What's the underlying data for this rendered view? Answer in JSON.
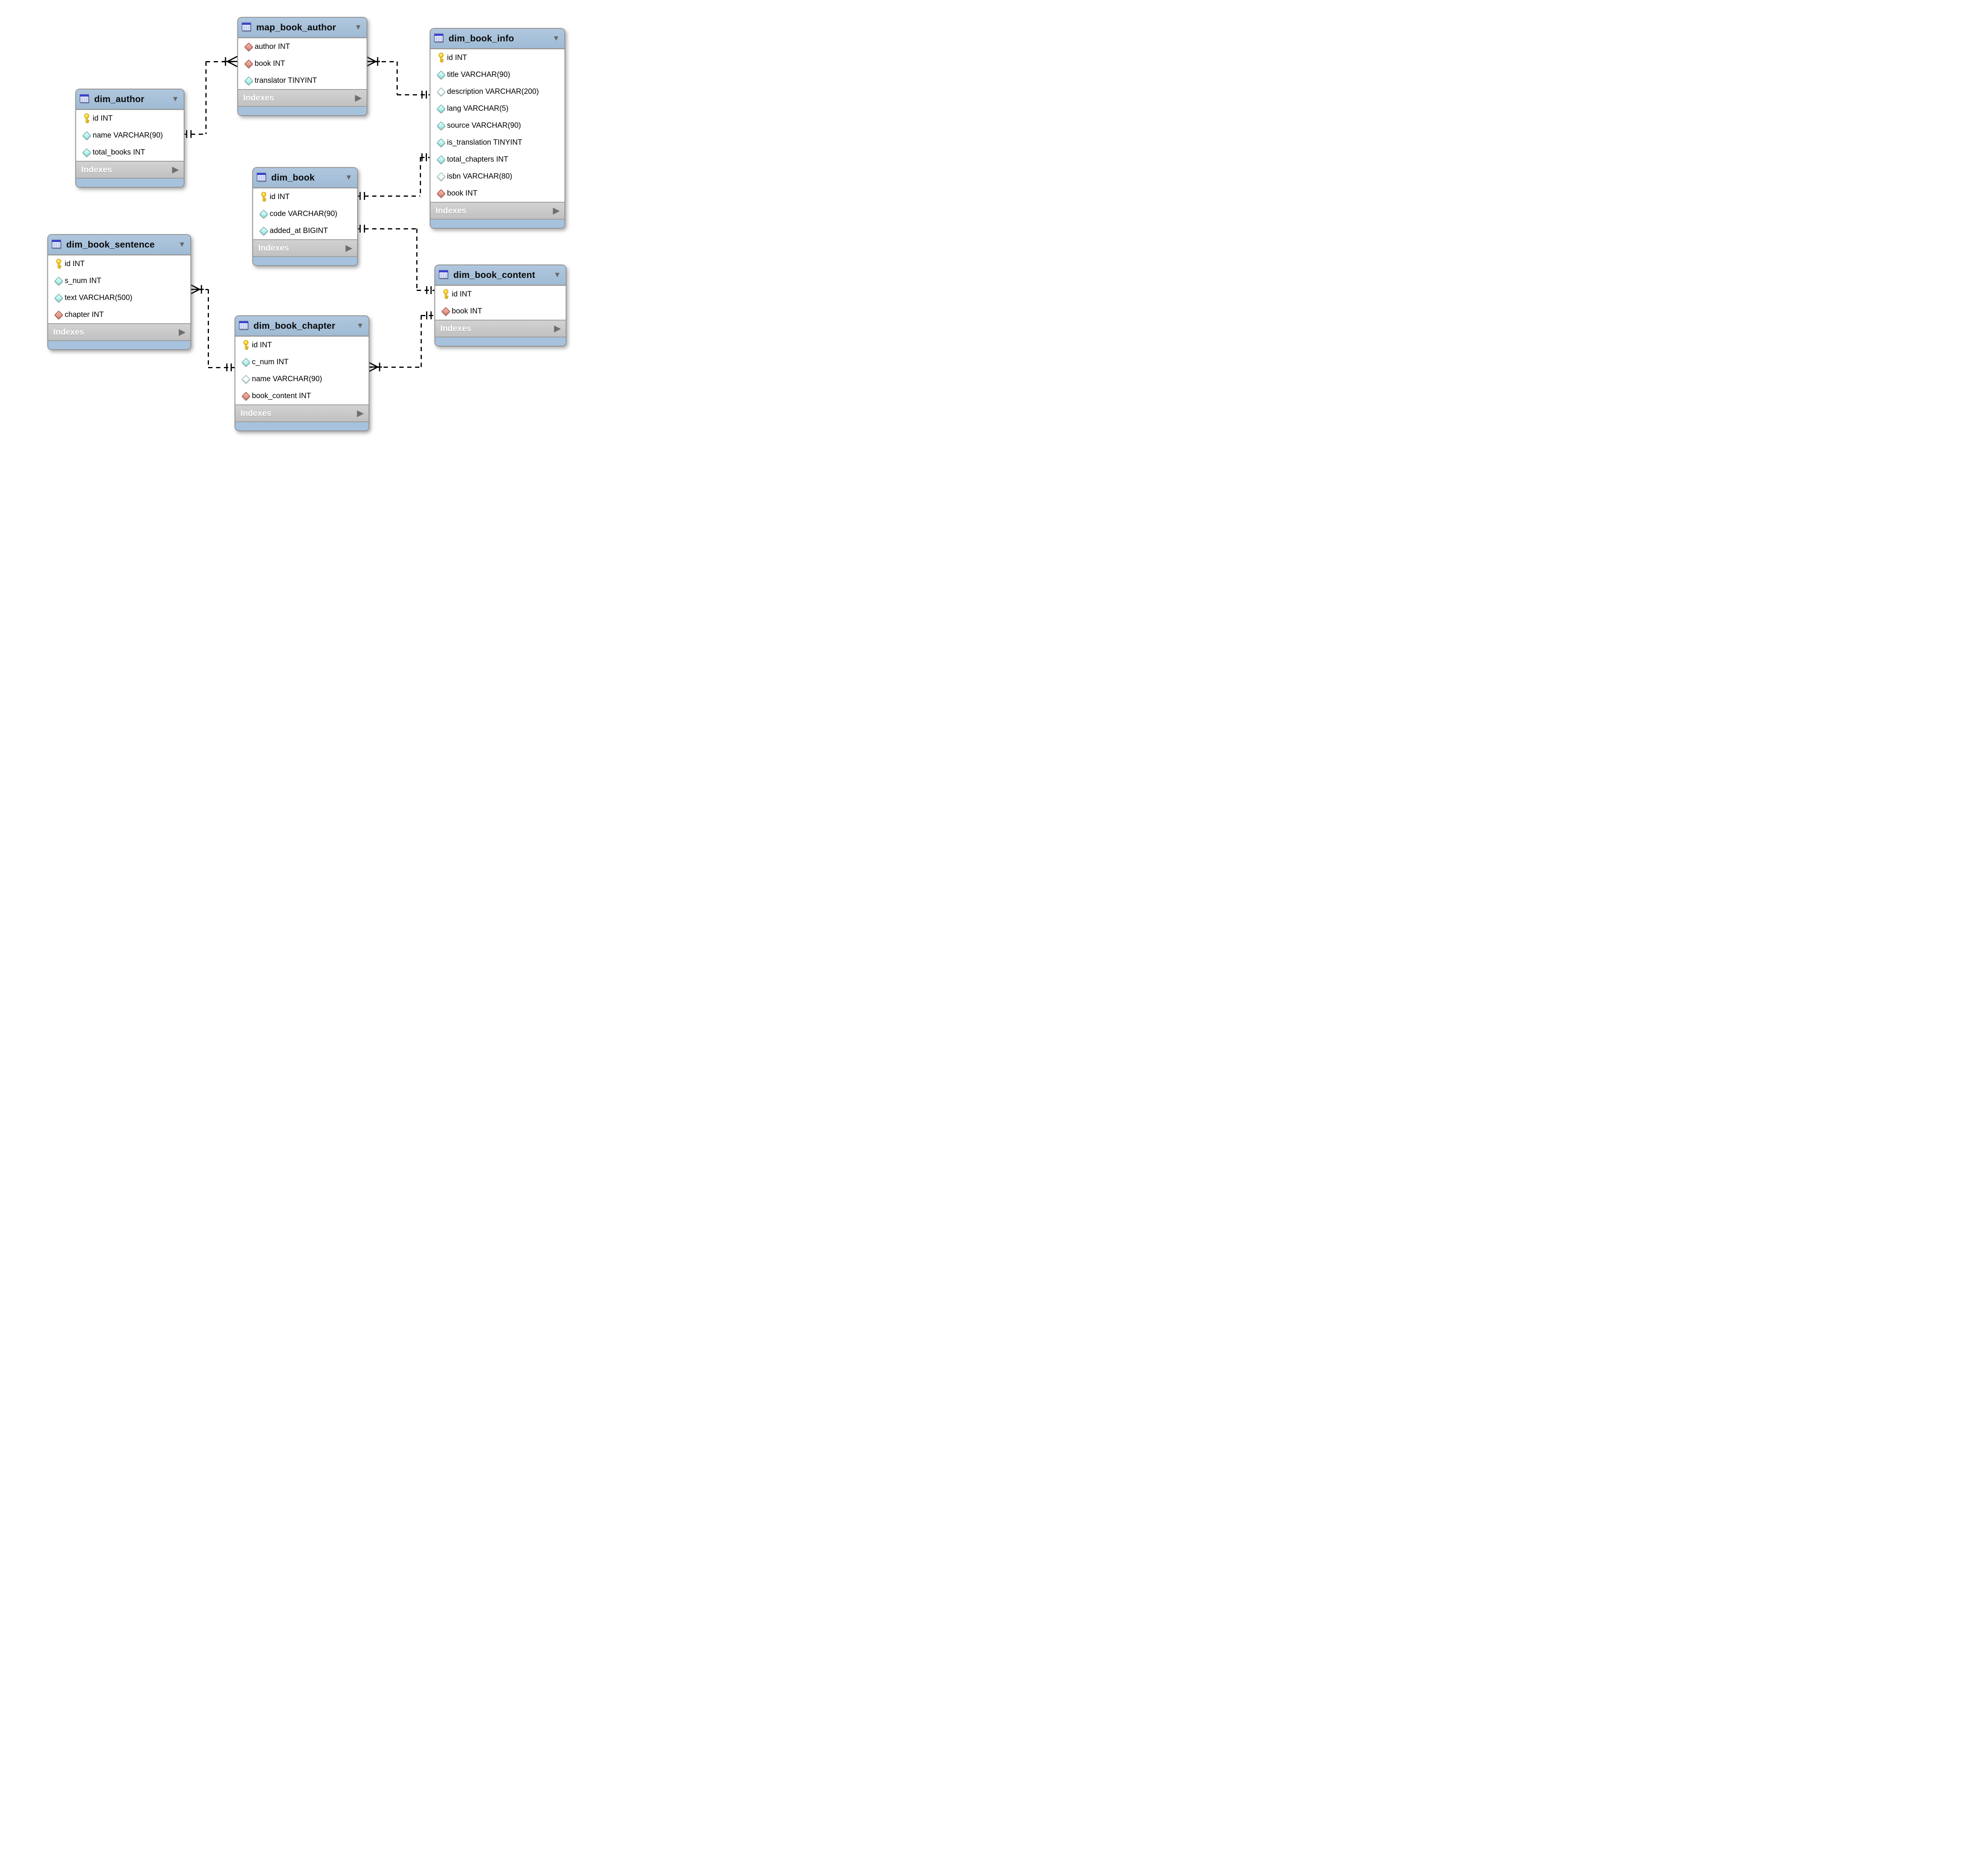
{
  "diagram": {
    "tool": "EER diagram",
    "colors": {
      "table_header": "#a3bfd9",
      "table_footer": "#a7c2dd",
      "indexes_bar": "#c8c8c8",
      "indexes_text": "#ffffff",
      "table_border": "#8f8f8f",
      "body": "#ffffff",
      "relationship_line": "#000000",
      "table_icon_titlebar": "#3b41cf",
      "primary_key_icon": "#f5c91c",
      "column_icon": "#9fe9e2",
      "nullable_column_icon": "#ffffff",
      "foreign_key_icon": "#d8806f",
      "caret": "#676767"
    },
    "tables": [
      {
        "id": "map_book_author",
        "name": "map_book_author",
        "indexes_label": "Indexes",
        "columns": [
          {
            "icon": "foreign-key",
            "label": "author INT"
          },
          {
            "icon": "foreign-key",
            "label": "book INT"
          },
          {
            "icon": "column",
            "label": "translator TINYINT"
          }
        ]
      },
      {
        "id": "dim_book_info",
        "name": "dim_book_info",
        "indexes_label": "Indexes",
        "columns": [
          {
            "icon": "primary-key",
            "label": "id INT"
          },
          {
            "icon": "column",
            "label": "title VARCHAR(90)"
          },
          {
            "icon": "column-nullable",
            "label": "description VARCHAR(200)"
          },
          {
            "icon": "column",
            "label": "lang VARCHAR(5)"
          },
          {
            "icon": "column",
            "label": "source VARCHAR(90)"
          },
          {
            "icon": "column",
            "label": "is_translation TINYINT"
          },
          {
            "icon": "column",
            "label": "total_chapters INT"
          },
          {
            "icon": "column-nullable",
            "label": "isbn VARCHAR(80)"
          },
          {
            "icon": "foreign-key",
            "label": "book INT"
          }
        ]
      },
      {
        "id": "dim_author",
        "name": "dim_author",
        "indexes_label": "Indexes",
        "columns": [
          {
            "icon": "primary-key",
            "label": "id INT"
          },
          {
            "icon": "column",
            "label": "name VARCHAR(90)"
          },
          {
            "icon": "column",
            "label": "total_books INT"
          }
        ]
      },
      {
        "id": "dim_book",
        "name": "dim_book",
        "indexes_label": "Indexes",
        "columns": [
          {
            "icon": "primary-key",
            "label": "id INT"
          },
          {
            "icon": "column",
            "label": "code VARCHAR(90)"
          },
          {
            "icon": "column",
            "label": "added_at BIGINT"
          }
        ]
      },
      {
        "id": "dim_book_sentence",
        "name": "dim_book_sentence",
        "indexes_label": "Indexes",
        "columns": [
          {
            "icon": "primary-key",
            "label": "id INT"
          },
          {
            "icon": "column",
            "label": "s_num INT"
          },
          {
            "icon": "column",
            "label": "text VARCHAR(500)"
          },
          {
            "icon": "foreign-key",
            "label": "chapter INT"
          }
        ]
      },
      {
        "id": "dim_book_chapter",
        "name": "dim_book_chapter",
        "indexes_label": "Indexes",
        "columns": [
          {
            "icon": "primary-key",
            "label": "id INT"
          },
          {
            "icon": "column",
            "label": "c_num INT"
          },
          {
            "icon": "column-nullable",
            "label": "name VARCHAR(90)"
          },
          {
            "icon": "foreign-key",
            "label": "book_content INT"
          }
        ]
      },
      {
        "id": "dim_book_content",
        "name": "dim_book_content",
        "indexes_label": "Indexes",
        "columns": [
          {
            "icon": "primary-key",
            "label": "id INT"
          },
          {
            "icon": "foreign-key",
            "label": "book INT"
          }
        ]
      }
    ],
    "relationships": [
      {
        "from": "dim_author",
        "to": "map_book_author",
        "from_end": "one-mandatory",
        "to_end": "many-mandatory",
        "style": "dashed"
      },
      {
        "from": "map_book_author",
        "to": "dim_book_info",
        "from_end": "many-mandatory",
        "to_end": "one-mandatory",
        "style": "dashed"
      },
      {
        "from": "dim_book",
        "to": "dim_book_info",
        "from_end": "one-mandatory",
        "to_end": "one-mandatory",
        "style": "dashed"
      },
      {
        "from": "dim_book",
        "to": "dim_book_content",
        "from_end": "one-mandatory",
        "to_end": "one-mandatory",
        "style": "dashed"
      },
      {
        "from": "dim_book_sentence",
        "to": "dim_book_chapter",
        "from_end": "many-mandatory",
        "to_end": "one-mandatory",
        "style": "dashed"
      },
      {
        "from": "dim_book_chapter",
        "to": "dim_book_content",
        "from_end": "many-mandatory",
        "to_end": "one-mandatory",
        "style": "dashed"
      }
    ]
  }
}
